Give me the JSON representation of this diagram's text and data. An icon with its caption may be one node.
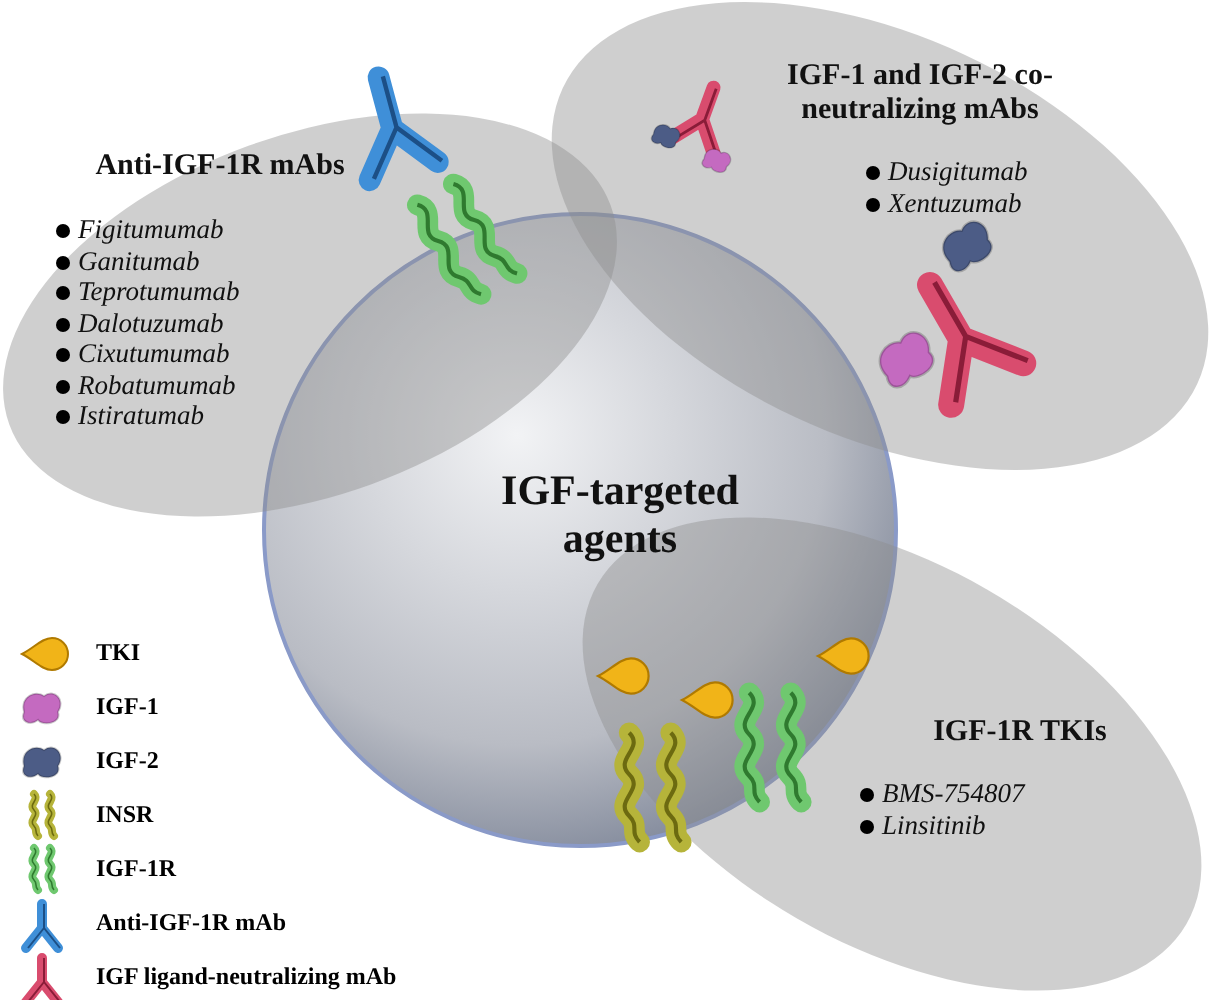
{
  "diagram": {
    "nodes": [
      {
        "text": [
          "IGF-targeted agents"
        ]
      },
      {
        "text": [
          "Anti-IGF-1R mAbs",
          "Figitumumab",
          "Ganitumab",
          "Teprotumumab",
          "Dalotuzumab",
          "Cixutumumab",
          "Robatumumab",
          "Istiratumab"
        ]
      },
      {
        "text": [
          "IGF-1 and IGF-2 co-neutralizing mAbs",
          "Dusigitumab",
          "Xentuzumab"
        ]
      },
      {
        "text": [
          "IGF-1R TKIs",
          "BMS-754807",
          "Linsitinib"
        ]
      }
    ],
    "legend": [
      {
        "text": "TKI"
      },
      {
        "text": "IGF-1"
      },
      {
        "text": "IGF-2"
      },
      {
        "text": "INSR"
      },
      {
        "text": "IGF-1R"
      },
      {
        "text": "Anti-IGF-1R mAb"
      },
      {
        "text": "IGF ligand-neutralizing mAb"
      }
    ]
  }
}
